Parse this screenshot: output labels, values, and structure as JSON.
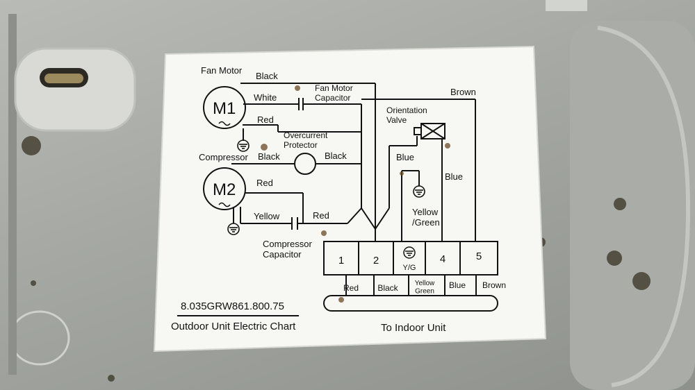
{
  "diagram": {
    "fan_motor": {
      "title": "Fan Motor",
      "symbol": "M1"
    },
    "compressor": {
      "title": "Compressor",
      "symbol": "M2"
    },
    "fan_motor_capacitor": "Fan Motor\nCapacitor",
    "overcurrent_protector": "Overcurrent\nProtector",
    "orientation_valve": "Orientation\nValve",
    "compressor_capacitor": "Compressor\nCapacitor",
    "yellow_green_wire": "Yellow\n/Green",
    "wire_labels": {
      "fan_black": "Black",
      "fan_white": "White",
      "fan_red": "Red",
      "brown": "Brown",
      "comp_black_left": "Black",
      "protector_black": "Black",
      "comp_red": "Red",
      "comp_yellow": "Yellow",
      "comp_red_right": "Red",
      "valve_blue_left": "Blue",
      "valve_blue_right": "Blue"
    },
    "terminals": [
      "1",
      "2",
      "Y/G",
      "4",
      "5"
    ],
    "indoor_wire_labels": [
      "Red",
      "Black",
      "Yellow\nGreen",
      "Blue",
      "Brown"
    ],
    "part_number": "8.035GRW861.800.75",
    "chart_title": "Outdoor Unit Electric Chart",
    "to_indoor_unit": "To Indoor Unit"
  }
}
